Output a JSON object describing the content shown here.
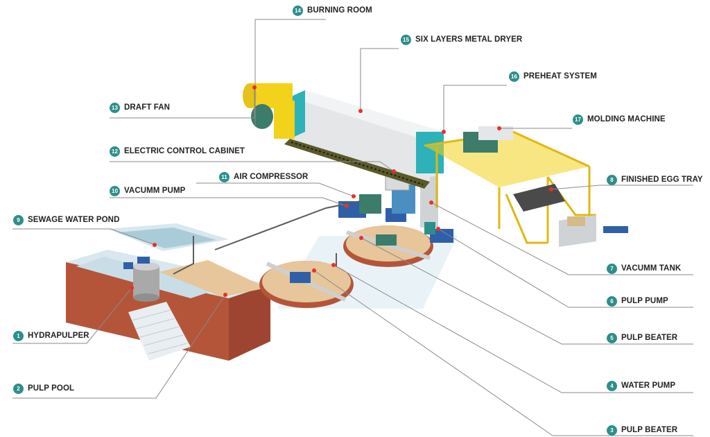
{
  "labels": {
    "l1": {
      "num": "1",
      "text": "HYDRAPULPER"
    },
    "l2": {
      "num": "2",
      "text": "PULP POOL"
    },
    "l3": {
      "num": "3",
      "text": "PULP BEATER"
    },
    "l4": {
      "num": "4",
      "text": "WATER PUMP"
    },
    "l5": {
      "num": "5",
      "text": "PULP BEATER"
    },
    "l6": {
      "num": "6",
      "text": "PULP PUMP"
    },
    "l7": {
      "num": "7",
      "text": "VACUMM TANK"
    },
    "l8": {
      "num": "8",
      "text": "FINISHED EGG TRAY"
    },
    "l9": {
      "num": "9",
      "text": "SEWAGE WATER POND"
    },
    "l10": {
      "num": "10",
      "text": "VACUMM PUMP"
    },
    "l11": {
      "num": "11",
      "text": "AIR COMPRESSOR"
    },
    "l12": {
      "num": "12",
      "text": "ELECTRIC CONTROL CABINET"
    },
    "l13": {
      "num": "13",
      "text": "DRAFT FAN"
    },
    "l14": {
      "num": "14",
      "text": "BURNING ROOM"
    },
    "l15": {
      "num": "15",
      "text": "SIX LAYERS METAL DRYER"
    },
    "l16": {
      "num": "16",
      "text": "PREHEAT SYSTEM"
    },
    "l17": {
      "num": "17",
      "text": "MOLDING MACHINE"
    }
  },
  "colors": {
    "teal": "#2c8f8a",
    "line": "#8a8a8a",
    "brick": "#b4553a",
    "yellow": "#f3d21c",
    "pulp": "#e6c69a",
    "water": "#cfe6ee",
    "motor_blue": "#2f5fa8",
    "motor_green": "#3b7c6a",
    "dryer": "#e4e6e8",
    "hot_dot": "#e8302c"
  }
}
